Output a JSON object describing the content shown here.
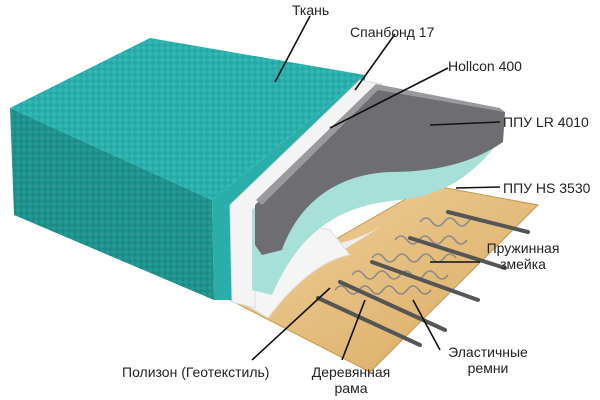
{
  "labels": {
    "fabric": "Ткань",
    "spunbond": "Спанбонд 17",
    "hollcon": "Hollcon 400",
    "ppu_lr": "ППУ LR 4010",
    "ppu_hs": "ППУ HS 3530",
    "spring_line1": "Пружинная",
    "spring_line2": "змейка",
    "belts_line1": "Эластичные",
    "belts_line2": "ремни",
    "polyzon": "Полизон (Геотекстиль)",
    "frame_line1": "Деревянная",
    "frame_line2": "рама"
  },
  "colors": {
    "fabric": "#2fb8b4",
    "fabric_dark": "#1f9a96",
    "spunbond": "#f2f2f2",
    "hollcon": "#6b6b6e",
    "ppu_hs": "#9fded6",
    "polyzon": "#e9e9e9",
    "wood": "#e3b97a",
    "spring": "#7d7d7d",
    "leader": "#111111"
  }
}
